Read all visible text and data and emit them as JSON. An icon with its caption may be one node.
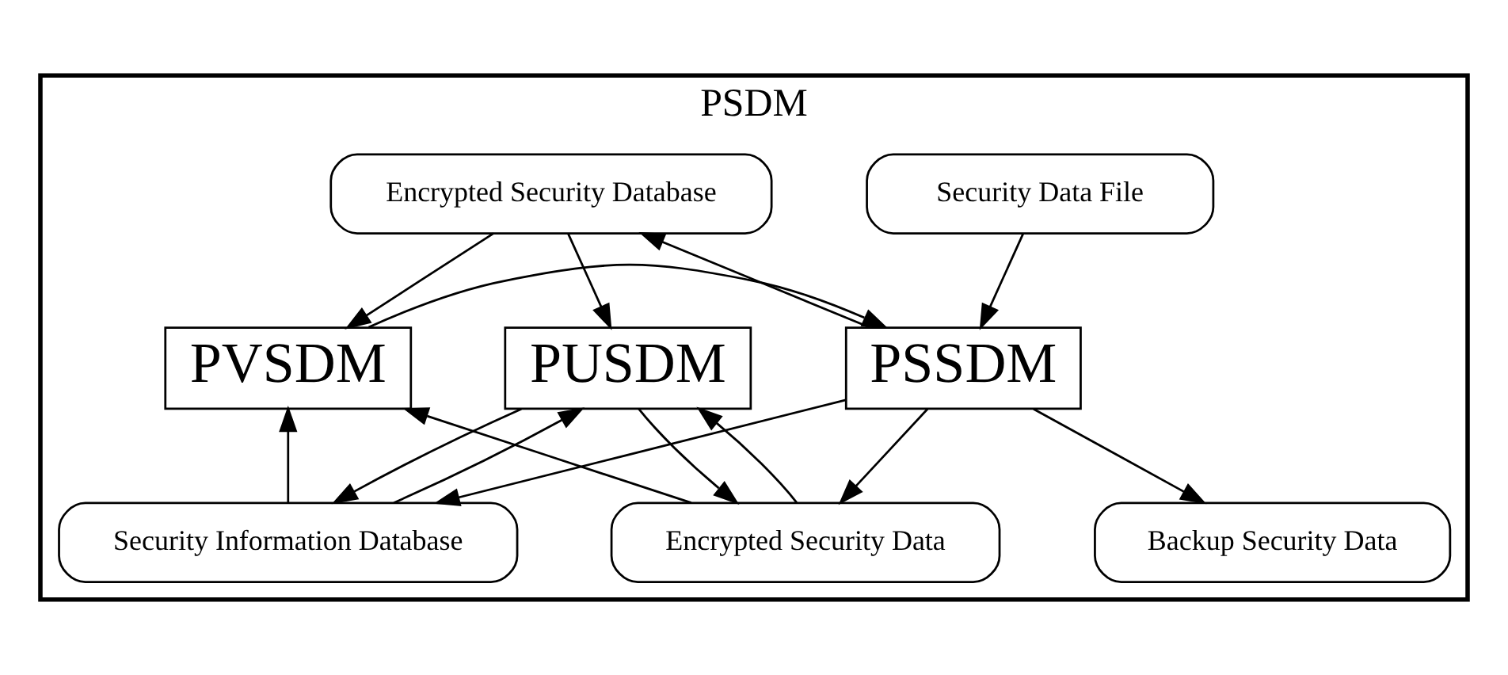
{
  "diagram": {
    "nodes": [
      {
        "text": [
          "PSDM"
        ]
      },
      {
        "text": [
          "Security Data File"
        ],
        "in": 0
      },
      {
        "text": [
          "Encrypted Security Database"
        ],
        "in": 0
      },
      {
        "text": [
          "PSSDM"
        ],
        "in": 0
      },
      {
        "text": [
          "PVSDM"
        ],
        "in": 0
      },
      {
        "text": [
          "PUSDM"
        ],
        "in": 0
      },
      {
        "text": [
          "Encrypted Security Data"
        ],
        "in": 0
      },
      {
        "text": [
          "Backup Security Data"
        ],
        "in": 0
      },
      {
        "text": [
          "Security Information Database"
        ],
        "in": 0
      }
    ],
    "edges": [
      {
        "from": 1,
        "to": 3,
        "arrow": "to"
      },
      {
        "from": 3,
        "to": 2,
        "arrow": "to"
      },
      {
        "from": 2,
        "to": 4,
        "arrow": "to"
      },
      {
        "from": 2,
        "to": 5,
        "arrow": "to"
      },
      {
        "from": 4,
        "to": 3,
        "arrow": "to"
      },
      {
        "from": 3,
        "to": 6,
        "arrow": "to"
      },
      {
        "from": 3,
        "to": 7,
        "arrow": "to"
      },
      {
        "from": 3,
        "to": 8,
        "arrow": "to"
      },
      {
        "from": 6,
        "to": 4,
        "arrow": "to"
      },
      {
        "from": 6,
        "to": 5,
        "arrow": "to"
      },
      {
        "from": 5,
        "to": 6,
        "arrow": "to"
      },
      {
        "from": 8,
        "to": 4,
        "arrow": "to"
      },
      {
        "from": 5,
        "to": 8,
        "arrow": "to"
      },
      {
        "from": 8,
        "to": 5,
        "arrow": "to"
      }
    ]
  }
}
